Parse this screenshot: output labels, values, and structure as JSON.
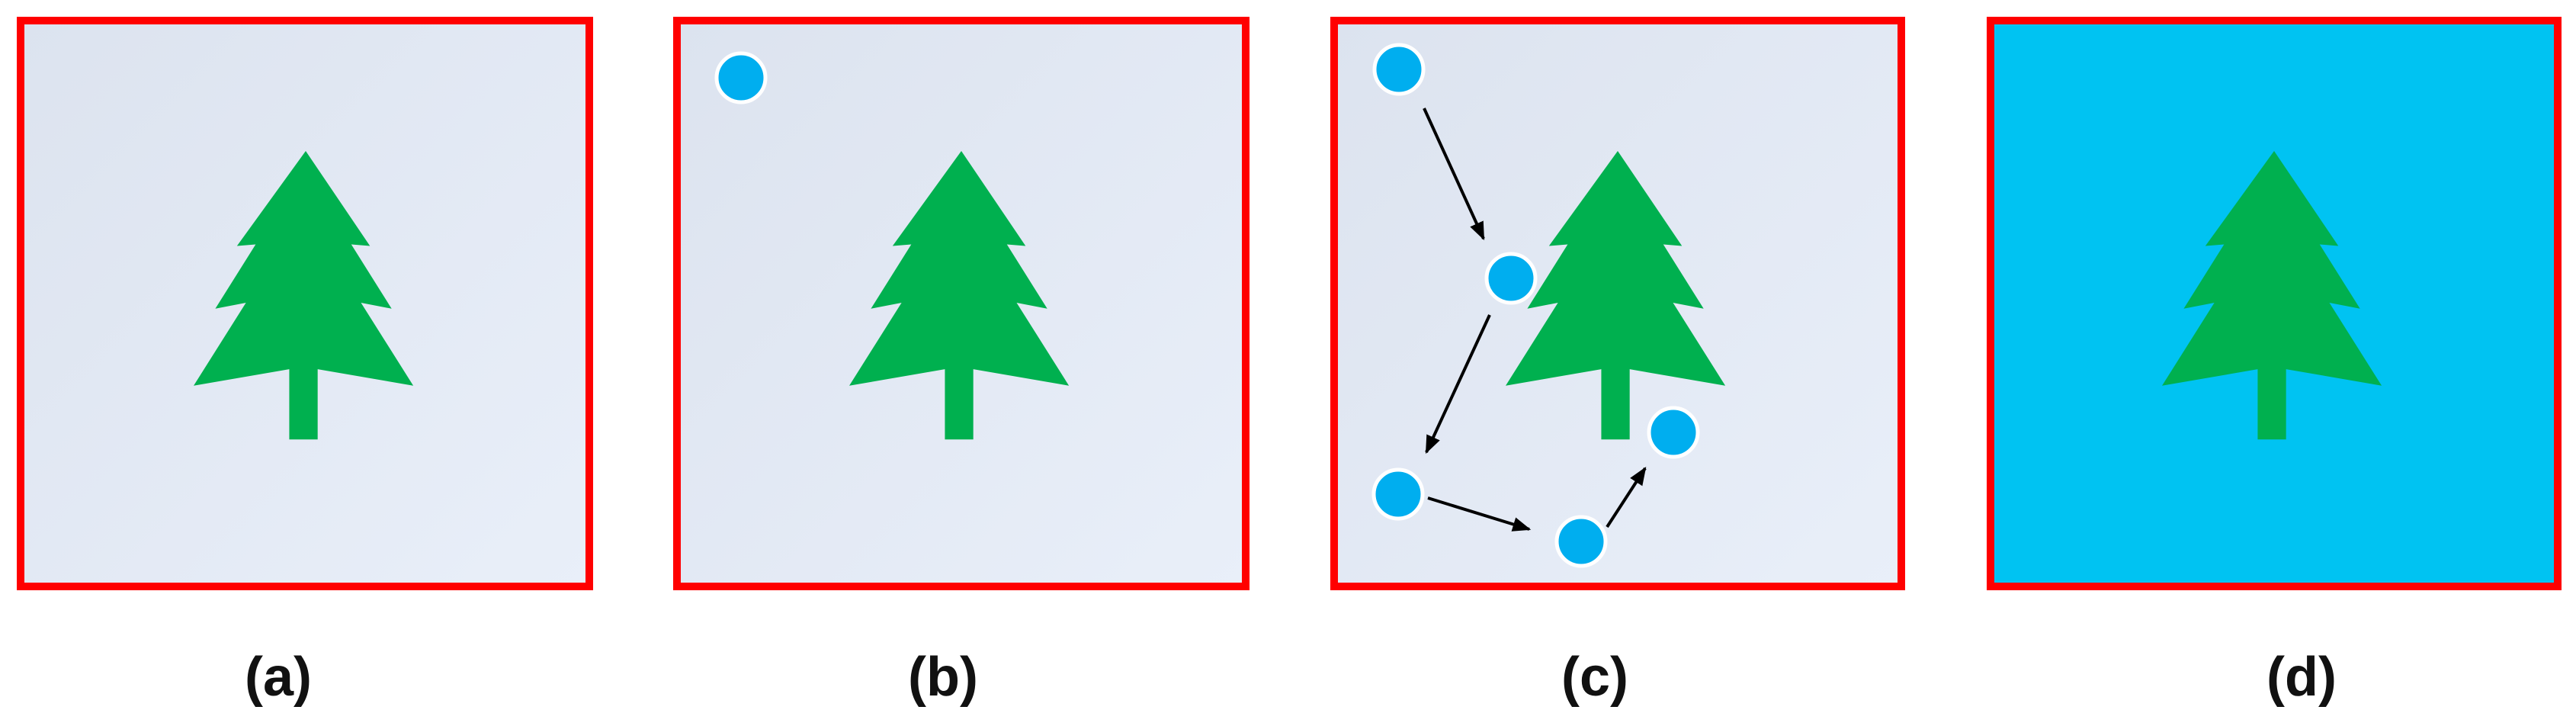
{
  "colors": {
    "border": "#ff0000",
    "panel_fill_start": "#dce3ef",
    "panel_fill_end": "#e9eff9",
    "tree": "#00b04f",
    "dot": "#00aeef",
    "dot_outline": "#ffffff",
    "filled_panel": "#00c3f2",
    "arrow": "#000000"
  },
  "panels": [
    {
      "id": "a",
      "caption": "(a)",
      "filled": false
    },
    {
      "id": "b",
      "caption": "(b)",
      "filled": false
    },
    {
      "id": "c",
      "caption": "(c)",
      "filled": false
    },
    {
      "id": "d",
      "caption": "(d)",
      "filled": true
    }
  ],
  "icons": {
    "tree": "pine-tree-icon",
    "dot": "dot-icon",
    "arrow": "arrow-icon"
  }
}
